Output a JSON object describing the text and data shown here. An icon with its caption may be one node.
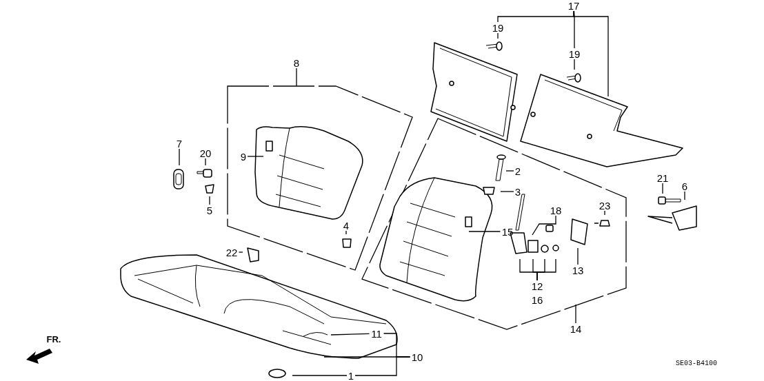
{
  "diagram": {
    "nodes": [
      {
        "text": [
          "17"
        ]
      },
      {
        "text": [
          "19"
        ]
      },
      {
        "text": [
          "19"
        ]
      },
      {
        "text": [
          "8"
        ]
      },
      {
        "text": [
          "7"
        ]
      },
      {
        "text": [
          "20"
        ]
      },
      {
        "text": [
          "9"
        ]
      },
      {
        "text": [
          "2"
        ]
      },
      {
        "text": [
          "3"
        ]
      },
      {
        "text": [
          "21"
        ]
      },
      {
        "text": [
          "6"
        ]
      },
      {
        "text": [
          "5"
        ]
      },
      {
        "text": [
          "18"
        ]
      },
      {
        "text": [
          "23"
        ]
      },
      {
        "text": [
          "15"
        ]
      },
      {
        "text": [
          "4"
        ]
      },
      {
        "text": [
          "22"
        ]
      },
      {
        "text": [
          "12"
        ]
      },
      {
        "text": [
          "13"
        ]
      },
      {
        "text": [
          "14"
        ]
      },
      {
        "text": [
          "11"
        ]
      },
      {
        "text": [
          "10"
        ]
      },
      {
        "text": [
          "1"
        ]
      }
    ],
    "edges": [
      {
        "from": 0,
        "to": 1,
        "arrow": "none"
      },
      {
        "from": 0,
        "to": 2,
        "arrow": "none"
      },
      {
        "from": 0,
        "to": null,
        "arrow": "none"
      },
      {
        "from": 1,
        "to": null,
        "arrow": "none"
      },
      {
        "from": 2,
        "to": null,
        "arrow": "none"
      },
      {
        "from": 3,
        "to": null,
        "arrow": "none"
      },
      {
        "from": 4,
        "to": null,
        "arrow": "none"
      },
      {
        "from": 5,
        "to": null,
        "arrow": "none"
      },
      {
        "from": 6,
        "to": null,
        "arrow": "none"
      },
      {
        "from": 7,
        "to": null,
        "arrow": "none"
      },
      {
        "from": 8,
        "to": null,
        "arrow": "none"
      },
      {
        "from": 9,
        "to": null,
        "arrow": "none"
      },
      {
        "from": 10,
        "to": null,
        "arrow": "none"
      },
      {
        "from": 11,
        "to": null,
        "arrow": "none"
      },
      {
        "from": 12,
        "to": null,
        "arrow": "none"
      },
      {
        "from": 13,
        "to": null,
        "arrow": "none"
      },
      {
        "from": 14,
        "to": null,
        "arrow": "none"
      },
      {
        "from": 15,
        "to": null,
        "arrow": "none"
      },
      {
        "from": 16,
        "to": null,
        "arrow": "none"
      },
      {
        "from": 17,
        "to": null,
        "arrow": "none"
      },
      {
        "from": 17,
        "to": null,
        "arrow": "none"
      },
      {
        "from": 17,
        "to": null,
        "arrow": "none"
      },
      {
        "from": 17,
        "to": null,
        "arrow": "none"
      },
      {
        "from": 18,
        "to": null,
        "arrow": "none"
      },
      {
        "from": 19,
        "to": null,
        "arrow": "none"
      },
      {
        "from": 20,
        "to": null,
        "arrow": "none"
      },
      {
        "from": 22,
        "to": null,
        "arrow": "none"
      },
      {
        "from": 21,
        "to": 20,
        "arrow": "none"
      },
      {
        "from": 21,
        "to": 22,
        "arrow": "none"
      },
      {
        "from": 21,
        "to": null,
        "arrow": "none"
      }
    ],
    "labels": [
      "16",
      "FR.",
      "SE03-B4100"
    ]
  }
}
